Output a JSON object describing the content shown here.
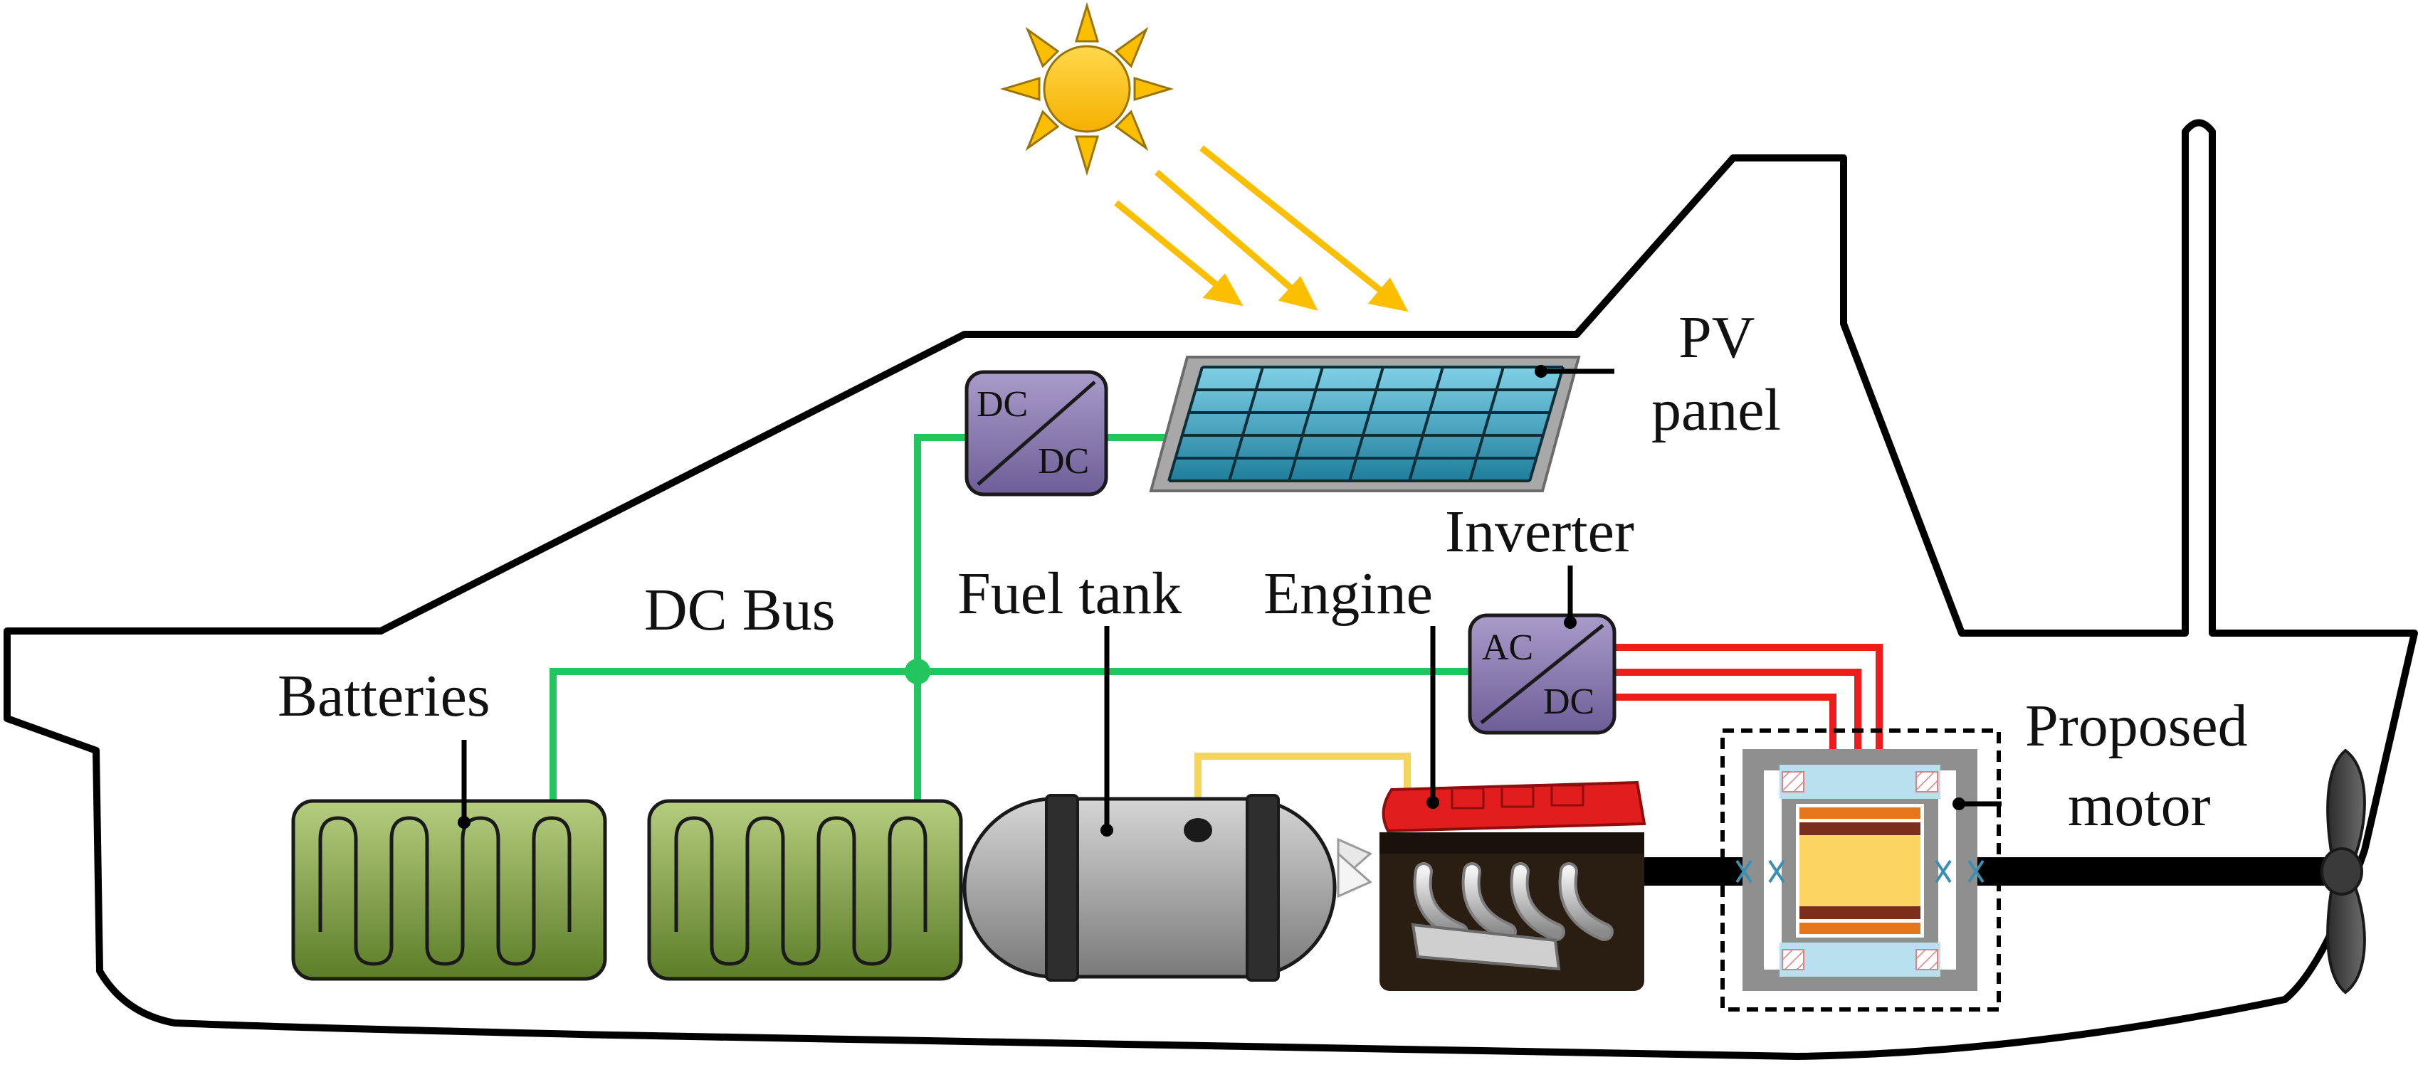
{
  "labels": {
    "pv_panel_line1": "PV",
    "pv_panel_line2": "panel",
    "dc_bus": "DC Bus",
    "batteries": "Batteries",
    "fuel_tank": "Fuel tank",
    "engine": "Engine",
    "inverter": "Inverter",
    "motor_line1": "Proposed",
    "motor_line2": "motor"
  },
  "converters": {
    "dcdc_top": "DC",
    "dcdc_bottom": "DC",
    "acdc_top": "AC",
    "acdc_bottom": "DC"
  },
  "colors": {
    "hull_outline": "#000000",
    "dc_bus": "#22c55e",
    "ac_lines": "#ef1c1c",
    "fuel_line": "#f6d55c",
    "sun": "#fbbf00",
    "converter": "#8b7bb0",
    "battery": "#6f8f35",
    "pv_cell": "#3d9db8",
    "engine_cover": "#e11d1d"
  },
  "icons": [
    "sun-icon",
    "propeller-icon",
    "pv-panel-icon",
    "battery-icon",
    "fuel-tank-icon",
    "engine-icon",
    "motor-icon",
    "converter-icon"
  ]
}
